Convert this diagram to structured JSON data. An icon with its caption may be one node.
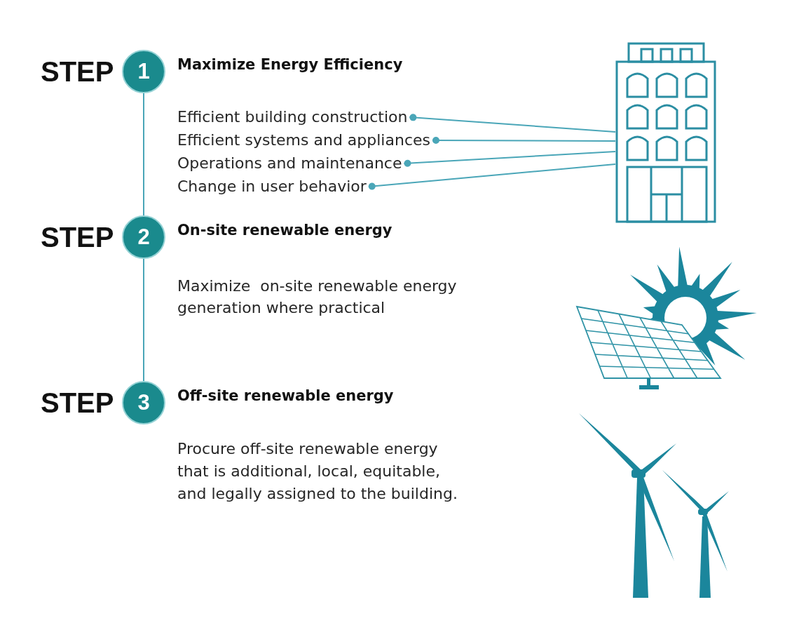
{
  "diagram": {
    "nodes": [
      {
        "text": [
          "1"
        ],
        "beside": [
          "STEP",
          "Maximize Energy Efficiency"
        ]
      },
      {
        "text": [
          "Efficient building construction"
        ]
      },
      {
        "text": [
          "Efficient systems and appliances"
        ]
      },
      {
        "text": [
          "Operations and maintenance"
        ]
      },
      {
        "text": [
          "Change in user behavior"
        ]
      },
      {
        "text": [],
        "shape": "picture"
      },
      {
        "text": [
          "2"
        ],
        "beside": [
          "STEP",
          "On-site renewable energy"
        ]
      },
      {
        "text": [
          "3"
        ],
        "beside": [
          "STEP",
          "Off-site renewable energy"
        ]
      }
    ],
    "edges": [
      {
        "from": 0,
        "to": 6,
        "arrow": "none"
      },
      {
        "from": 1,
        "to": 5,
        "arrow": "other"
      },
      {
        "from": 2,
        "to": 5,
        "arrow": "other"
      },
      {
        "from": 3,
        "to": 5,
        "arrow": "other"
      },
      {
        "from": 4,
        "to": 5,
        "arrow": "other"
      },
      {
        "from": 6,
        "to": 7,
        "arrow": "none"
      }
    ],
    "labels": [
      "Maximize  on-site renewable energy generation where practical",
      "Procure off-site renewable energy that is additional, local, equitable, and legally assigned to the building."
    ]
  }
}
